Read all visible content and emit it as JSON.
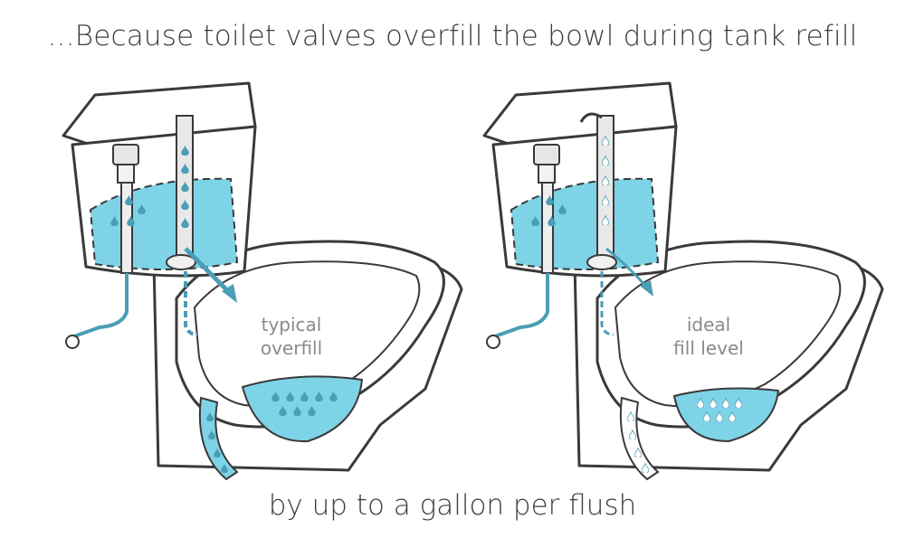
{
  "headline": "...Because toilet valves overfill the bowl during tank refill",
  "footline": "by up to a gallon per flush",
  "left_diagram": {
    "label_line1": "typical",
    "label_line2": "overfill"
  },
  "right_diagram": {
    "label_line1": "ideal",
    "label_line2": "fill level"
  },
  "colors": {
    "water": "#7fd3e6",
    "water_dark": "#4a9eb5",
    "outline": "#3a3a3a",
    "porcelain": "#ffffff"
  }
}
